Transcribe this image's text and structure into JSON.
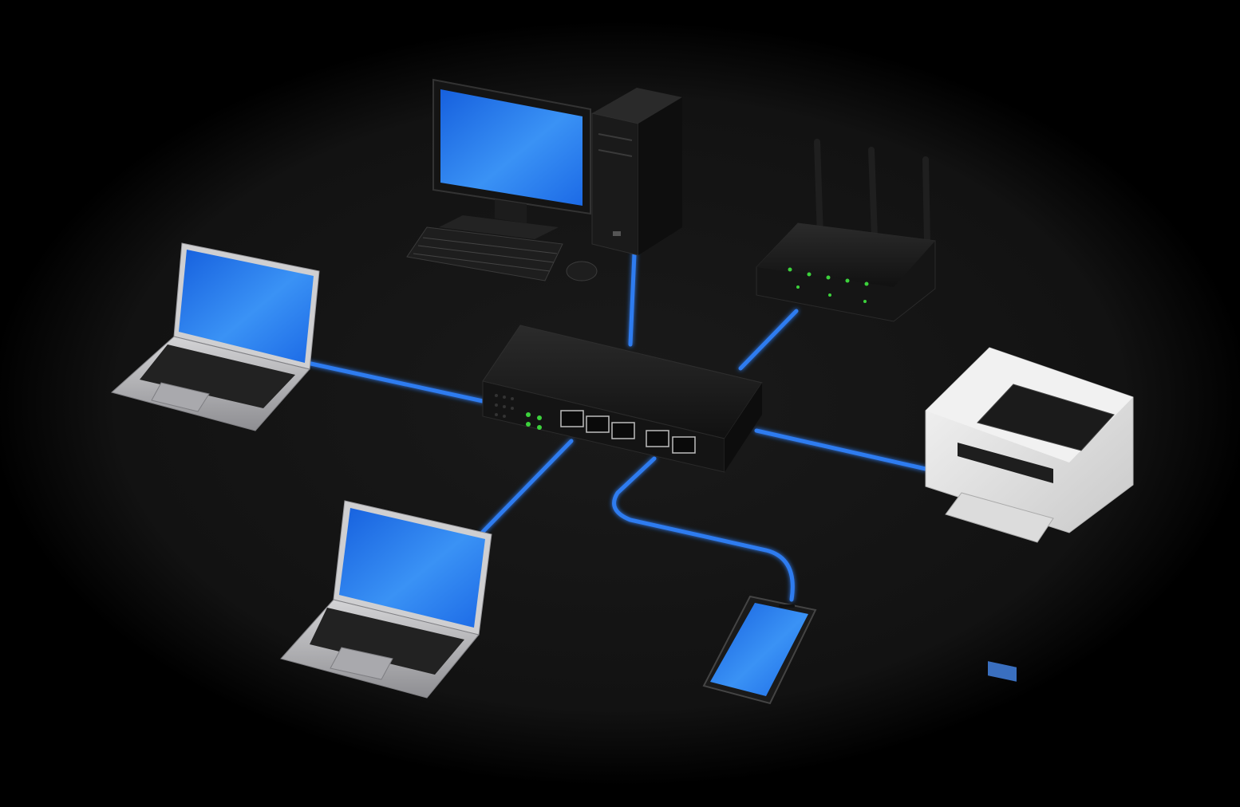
{
  "diagram": {
    "nodes": [
      {
        "id": "desktop",
        "device": "desktop-computer",
        "icon": "desktop-computer-icon"
      },
      {
        "id": "router",
        "device": "wireless-router",
        "icon": "wireless-router-icon"
      },
      {
        "id": "printer",
        "device": "printer",
        "icon": "printer-icon"
      },
      {
        "id": "laptop-1",
        "device": "laptop",
        "icon": "laptop-icon"
      },
      {
        "id": "laptop-2",
        "device": "laptop",
        "icon": "laptop-icon"
      },
      {
        "id": "smartphone",
        "device": "smartphone",
        "icon": "smartphone-icon"
      },
      {
        "id": "switch",
        "device": "network-switch",
        "icon": "network-switch-icon",
        "ports": 5
      }
    ],
    "links": [
      {
        "from": "switch",
        "to": "desktop"
      },
      {
        "from": "switch",
        "to": "router"
      },
      {
        "from": "switch",
        "to": "printer"
      },
      {
        "from": "switch",
        "to": "laptop-1"
      },
      {
        "from": "switch",
        "to": "laptop-2"
      },
      {
        "from": "switch",
        "to": "smartphone"
      }
    ]
  },
  "colors": {
    "background": "#000000",
    "floor": "#141414",
    "cable": "#2f7cf0",
    "cable_glow": "#4f9bff",
    "screen": "#1f6fe8",
    "screen_light": "#4aa6ff",
    "device_dark": "#1a1a1a",
    "laptop_silver": "#b9b9bc",
    "printer_white": "#e8e8e8",
    "led_green": "#3cd23c"
  }
}
